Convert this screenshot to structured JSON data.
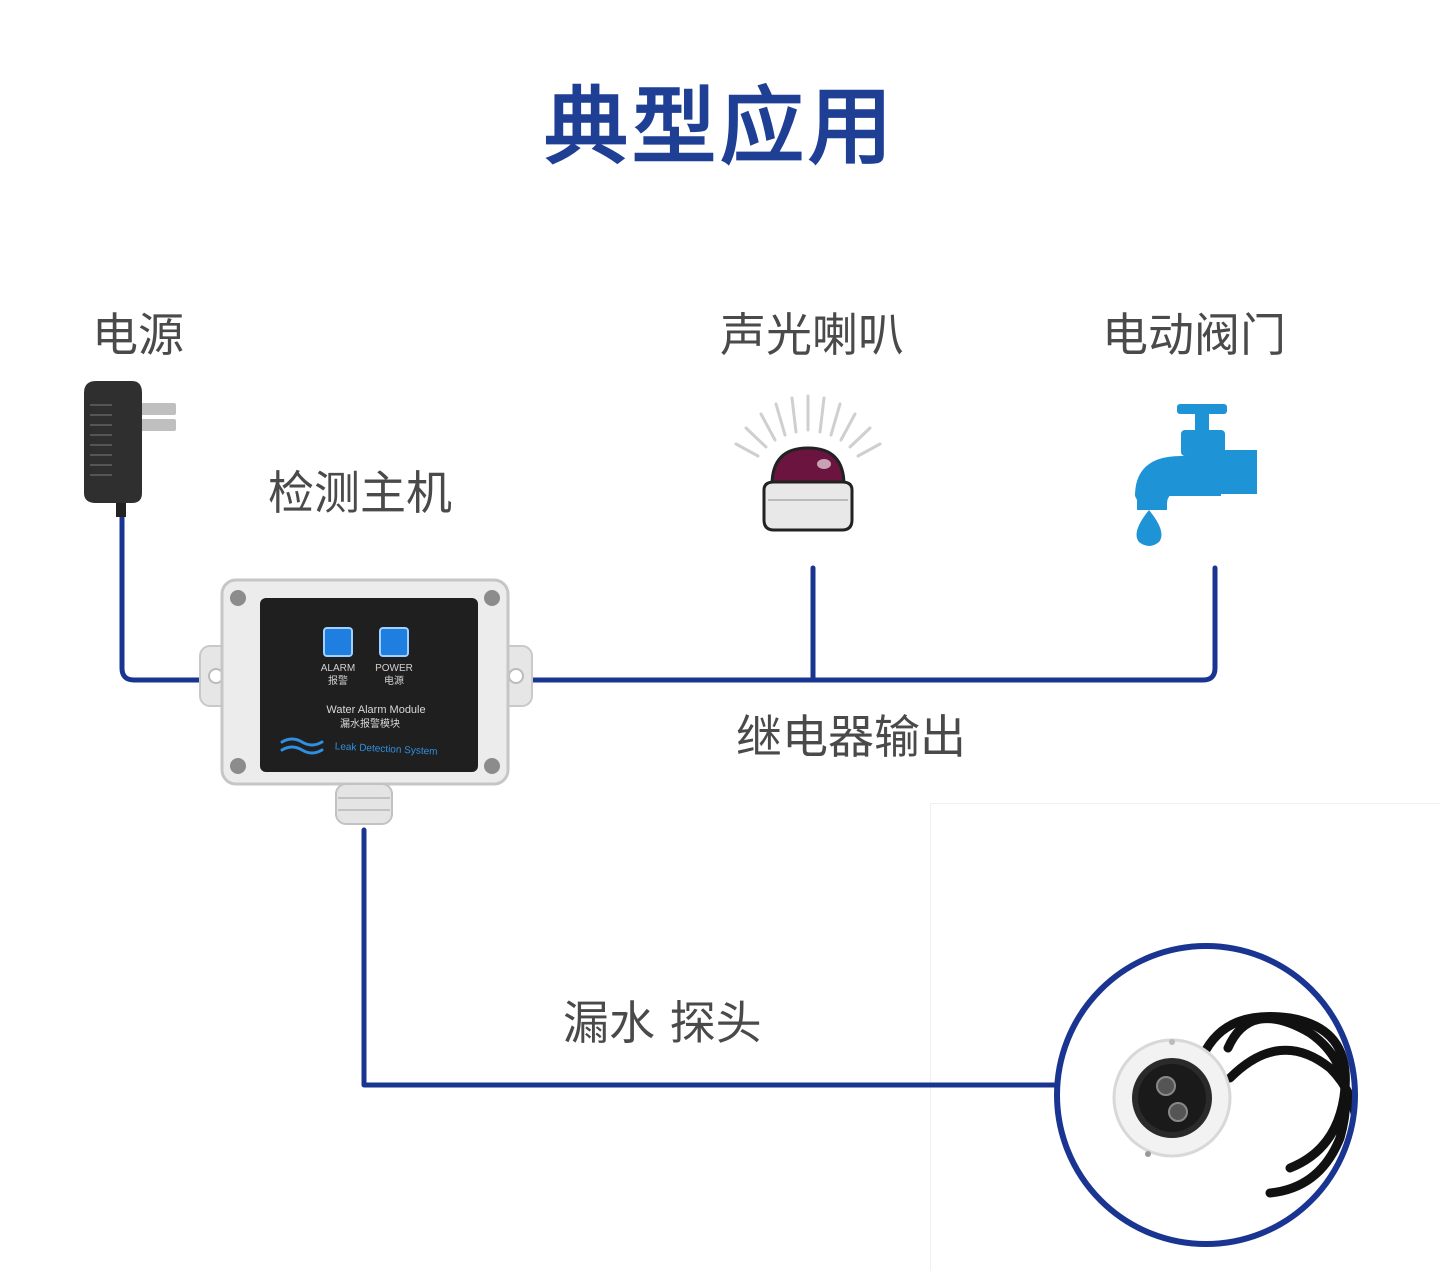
{
  "title": "典型应用",
  "labels": {
    "power": "电源",
    "controller": "检测主机",
    "siren": "声光喇叭",
    "valve": "电动阀门",
    "relay_output": "继电器输出",
    "probe": "漏水 探头"
  },
  "controller_panel": {
    "alarm_en": "ALARM",
    "alarm_cn": "报警",
    "power_en": "POWER",
    "power_cn": "电源",
    "model_en": "Water Alarm Module",
    "model_cn": "漏水报警模块",
    "brand": "Leak Detection System"
  },
  "colors": {
    "title": "#1e3f93",
    "wire": "#1a3591",
    "valve": "#1e93d6",
    "siren_dome": "#6b1440"
  }
}
